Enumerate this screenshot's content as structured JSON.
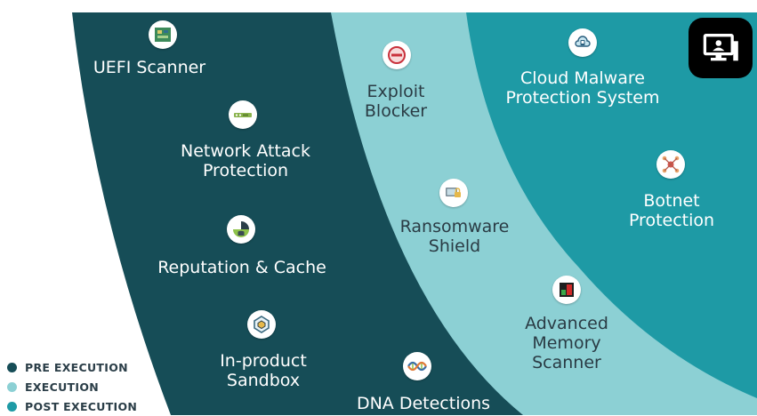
{
  "colors": {
    "pre_execution": "#164d57",
    "execution": "#8cd0d4",
    "post_execution": "#1e9aa5",
    "text_on_dark": "#ffffff",
    "legend_text": "#2b3e48"
  },
  "features": {
    "uefi": {
      "label": "UEFI Scanner",
      "icon": "circuit-board-icon"
    },
    "network": {
      "label": "Network Attack\nProtection",
      "icon": "network-device-icon"
    },
    "reputation": {
      "label": "Reputation & Cache",
      "icon": "database-icon"
    },
    "sandbox": {
      "label": "In-product\nSandbox",
      "icon": "sandbox-cube-icon"
    },
    "dna": {
      "label": "DNA Detections",
      "icon": "dna-icon"
    },
    "exploit": {
      "label": "Exploit\nBlocker",
      "icon": "exploit-stamp-icon"
    },
    "ransomware": {
      "label": "Ransomware\nShield",
      "icon": "locked-computer-icon"
    },
    "memory": {
      "label": "Advanced\nMemory\nScanner",
      "icon": "memory-chip-icon"
    },
    "cloud": {
      "label": "Cloud Malware\nProtection System",
      "icon": "cloud-device-icon"
    },
    "botnet": {
      "label": "Botnet\nProtection",
      "icon": "botnet-icon"
    }
  },
  "badge": {
    "icon": "monitor-icon"
  },
  "legend": [
    {
      "label": "PRE EXECUTION",
      "color": "#164d57"
    },
    {
      "label": "EXECUTION",
      "color": "#8cd0d4"
    },
    {
      "label": "POST EXECUTION",
      "color": "#1e9aa5"
    }
  ]
}
